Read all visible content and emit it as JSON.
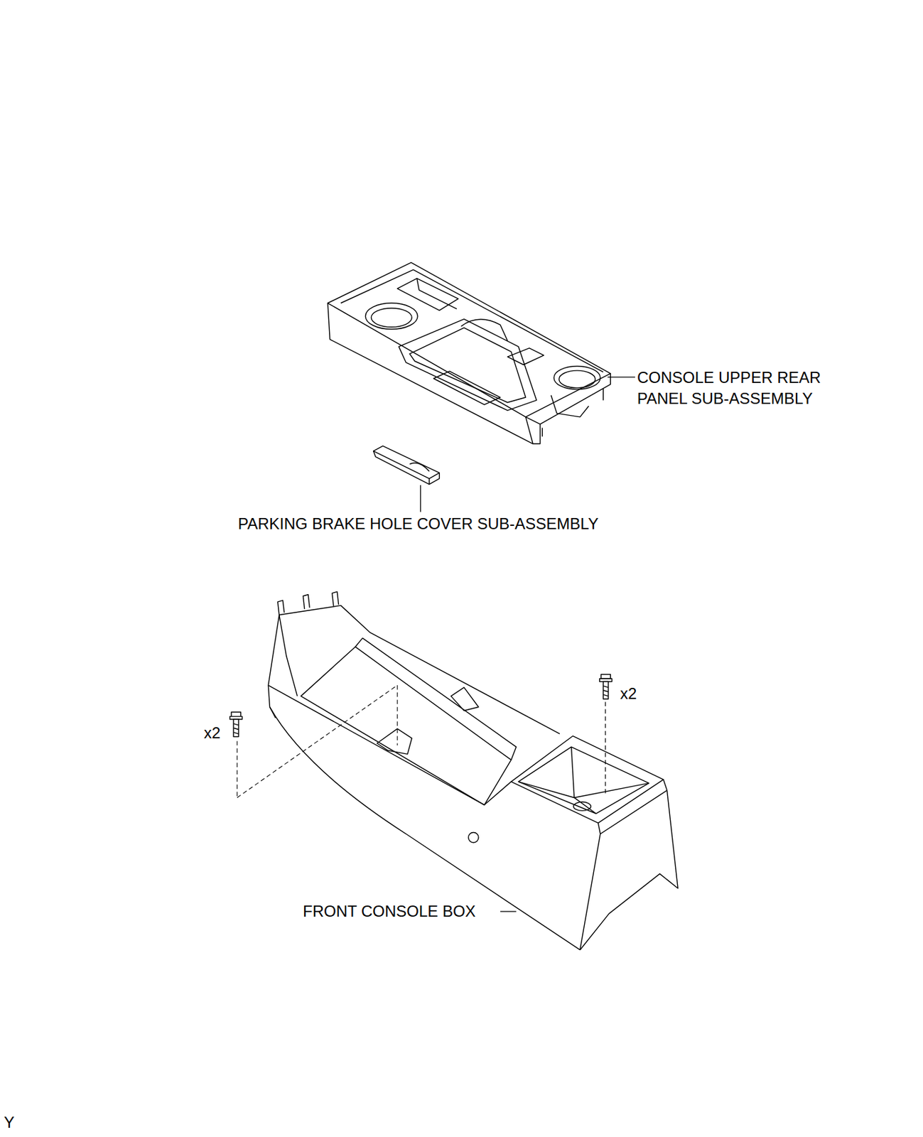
{
  "diagram": {
    "labels": [
      "CONSOLE UPPER REAR PANEL SUB-ASSEMBLY",
      "PARKING BRAKE HOLE COVER SUB-ASSEMBLY",
      "x2",
      "x2",
      "FRONT CONSOLE BOX",
      "Y"
    ]
  }
}
